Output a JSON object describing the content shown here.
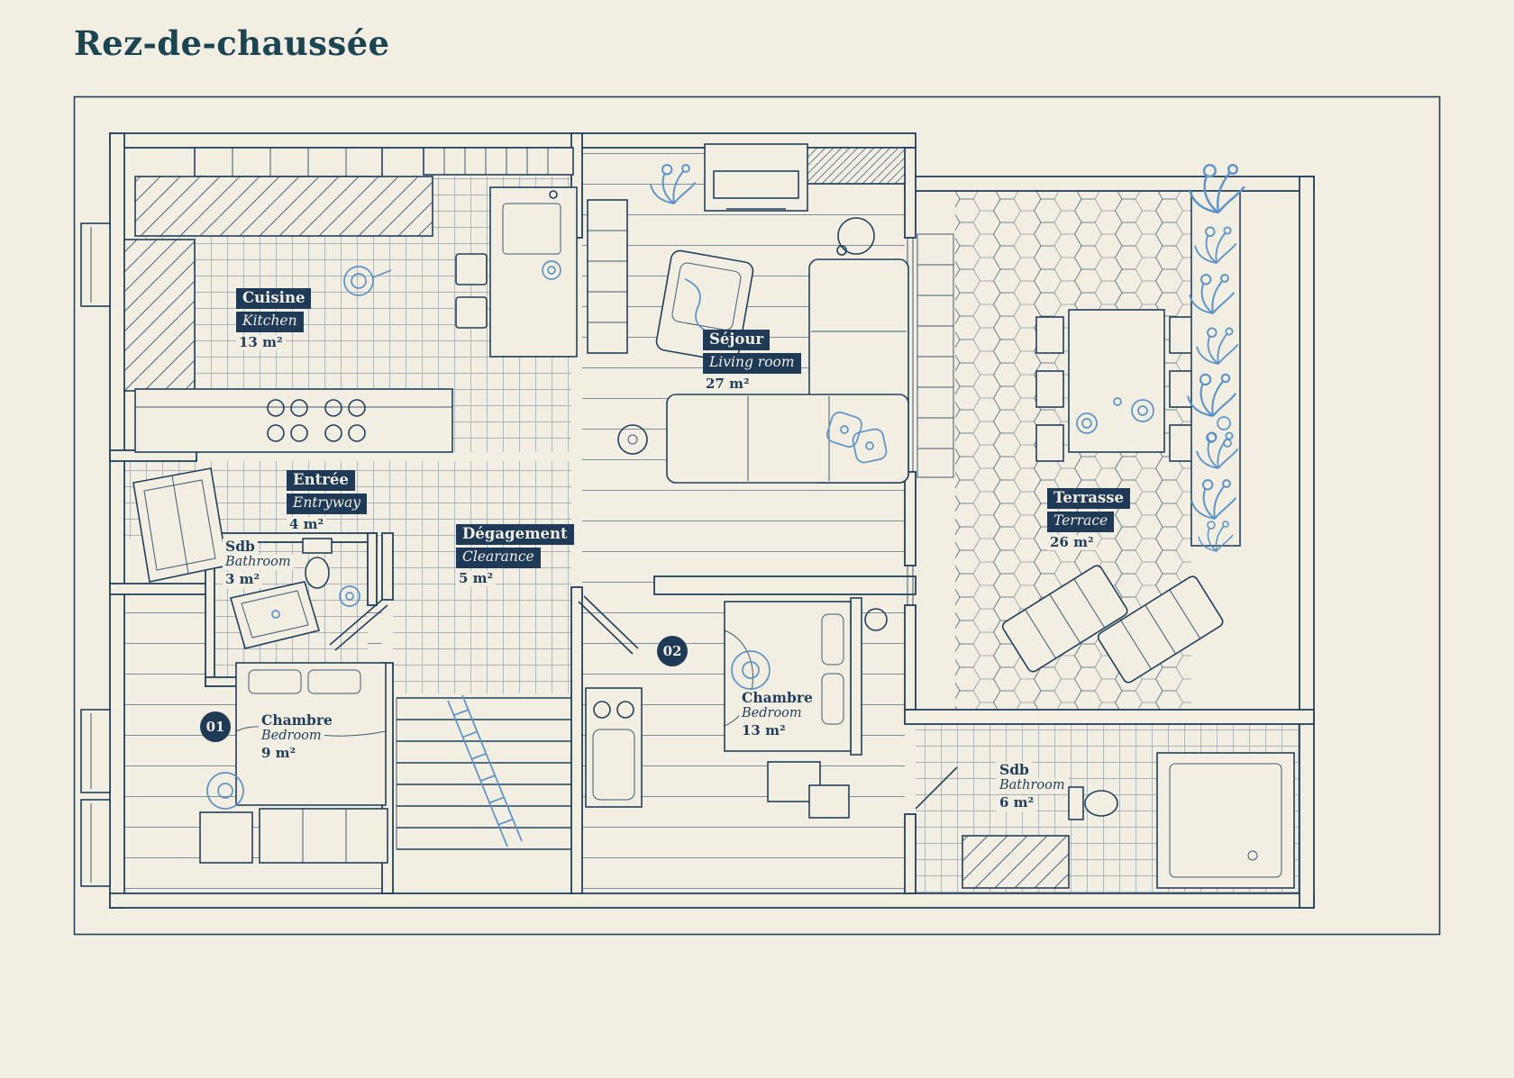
{
  "page": {
    "title": "Rez-de-chaussée",
    "background": "#f2efe2",
    "line_color": "#21405e",
    "accent_color": "#5b93c9",
    "title_color": "#1c4553",
    "label_bg": "#1e3a56",
    "label_fg": "#f2efe2"
  },
  "rooms": [
    {
      "id": "cuisine",
      "name": "Cuisine",
      "name_en": "Kitchen",
      "area": "13 m²"
    },
    {
      "id": "sejour",
      "name": "Séjour",
      "name_en": "Living room",
      "area": "27 m²"
    },
    {
      "id": "entree",
      "name": "Entrée",
      "name_en": "Entryway",
      "area": "4 m²"
    },
    {
      "id": "sdb-1",
      "name": "Sdb",
      "name_en": "Bathroom",
      "area": "3 m²"
    },
    {
      "id": "degagement",
      "name": "Dégagement",
      "name_en": "Clearance",
      "area": "5 m²"
    },
    {
      "id": "terrasse",
      "name": "Terrasse",
      "name_en": "Terrace",
      "area": "26 m²"
    },
    {
      "id": "chambre-1",
      "name": "Chambre",
      "name_en": "Bedroom",
      "area": "9 m²",
      "badge": "01"
    },
    {
      "id": "chambre-2",
      "name": "Chambre",
      "name_en": "Bedroom",
      "area": "13 m²",
      "badge": "02"
    },
    {
      "id": "sdb-2",
      "name": "Sdb",
      "name_en": "Bathroom",
      "area": "6 m²"
    }
  ]
}
